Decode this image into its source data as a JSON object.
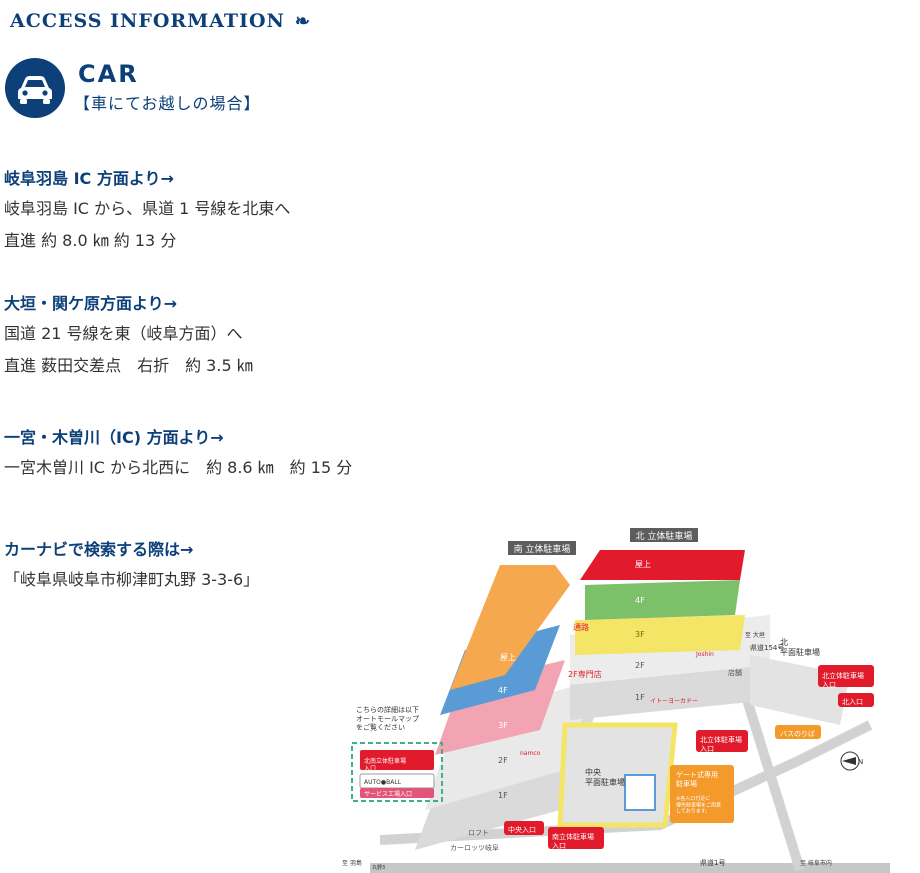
{
  "header": {
    "title": "ACCESS INFORMATION",
    "deco": "❧"
  },
  "car": {
    "title": "CAR",
    "subtitle": "【車にてお越しの場合】"
  },
  "routes": [
    {
      "heading": "岐阜羽島 IC 方面より→",
      "lines": [
        "岐阜羽島 IC から、県道 1 号線を北東へ",
        "直進 約 8.0 ㎞ 約 13 分"
      ]
    },
    {
      "heading": "大垣・関ケ原方面より→",
      "lines": [
        "国道 21 号線を東（岐阜方面）へ",
        "直進 薮田交差点　右折　約 3.5 ㎞"
      ]
    },
    {
      "heading": "一宮・木曽川（IC) 方面より→",
      "lines": [
        "一宮木曽川 IC から北西に　約 8.6 ㎞　約 15 分"
      ]
    },
    {
      "heading": "カーナビで検索する際は→",
      "lines": [
        "「岐阜県岐阜市柳津町丸野 3-3-6」"
      ]
    }
  ],
  "map": {
    "south_parking": "南 立体駐車場",
    "north_parking": "北 立体駐車場",
    "north_flat_parking": "北\n平面駐車場",
    "central_flat_parking": "中央\n平面駐車場",
    "floors": [
      "屋上",
      "4F",
      "3F",
      "2F",
      "1F"
    ],
    "passage": "通路",
    "shops_2f": "2F専門店",
    "shop": "店舗",
    "rooftop": "屋上",
    "north_tower_entrance": "北立体駐車場\n入口",
    "north_entrance": "北入口",
    "bus_stop": "バスのりば",
    "north_tower_entrance2": "北立体駐車場\n入口",
    "gate_parking": "ゲート式専用\n駐車場",
    "gate_note": "※各入口付近に\n優先駐車場をご用意\nしております。",
    "central_entrance": "中央入口",
    "south_tower_entrance": "南立体駐車場\n入口",
    "detail_note": "こちらの詳細は以下\nオートモールマップ\nをご覧ください",
    "inset_parking": "北南立体駐車場\n入口",
    "inset_service": "サービス工場入口",
    "autoball": "AUTO●BALL",
    "loft": "ロフト",
    "carlots": "カーロッツ岐阜",
    "pref154": "県道154号",
    "to_ogaki": "至 大垣",
    "to_hashima": "至 羽島",
    "maruno3": "丸野3",
    "pref1": "県道1号",
    "to_gifu": "至 岐阜市内",
    "compass_n": "N",
    "namco": "namco",
    "ito_yokado": "イトーヨーカドー",
    "joshin": "Joshin",
    "colors": {
      "navy": "#0d3f79",
      "red": "#e21b2c",
      "orange": "#f39a2b",
      "rooftop": "#f6a84f",
      "green": "#7cc06a",
      "yellow": "#f4e567",
      "pink": "#f3a4b2",
      "blue": "#5a9bd5",
      "grey": "#b9b9b9"
    }
  }
}
